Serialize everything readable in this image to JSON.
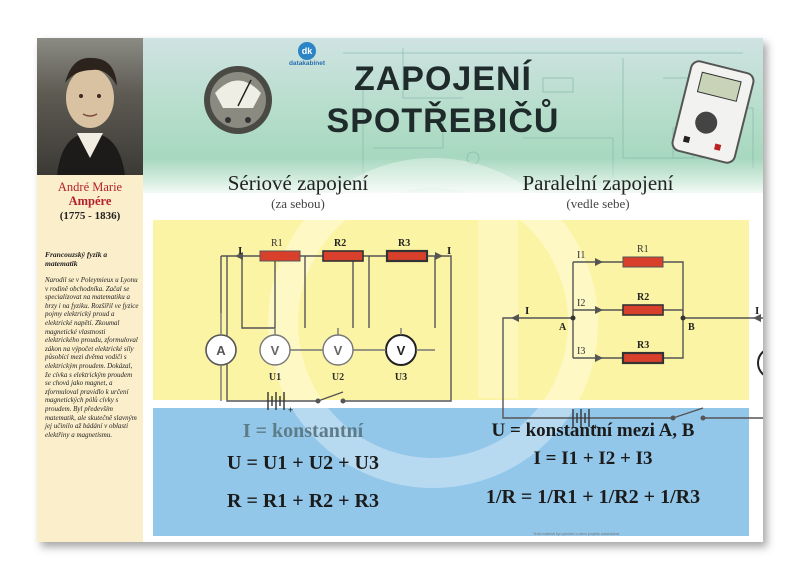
{
  "logo": {
    "mark": "dk",
    "text": "datakabinet"
  },
  "title": {
    "line1": "ZAPOJENÍ",
    "line2": "SPOTŘEBIČŮ"
  },
  "sidebar": {
    "name_first": "André Marie",
    "name_last": "Ampére",
    "years": "(1775 - 1836)",
    "subtitle": "Francouzský fyzik a matematik",
    "bio": "Narodil se v Poleymieux u Lyonu v rodině obchodníka. Začal se specializovat na matematiku a brzy i na fyziku. Rozšířil ve fyzice pojmy elektrický proud a elektrické napětí. Zkoumal magnetické vlastnosti elektrického proudu, zformuloval zákon na výpočet elektrické síly působící mezi dvěma vodiči s elektrickým proudem. Dokázal, že cívka s elektrickým proudem se chová jako magnet, a zformuloval pravidlo k určení magnetických pólů cívky s proudem. Byl především matematik, ale skutečně slavným jej učinilo až bádání v oblasti elektřiny a magnetismu."
  },
  "series": {
    "title": "Sériové zapojení",
    "subtitle": "(za sebou)",
    "current_label": "I",
    "resistors": [
      "R1",
      "R2",
      "R3"
    ],
    "meters": [
      "A",
      "V",
      "V",
      "V"
    ],
    "voltages": [
      "U1",
      "U2",
      "U3"
    ],
    "battery_sign": "+",
    "rule_current": "I = konstantní",
    "rule_voltage": "U = U1 + U2 + U3",
    "rule_resistance": "R = R1 + R2 + R3"
  },
  "parallel": {
    "title": "Paralelní zapojení",
    "subtitle": "(vedle sebe)",
    "current_label": "I",
    "branch_currents": [
      "I1",
      "I2",
      "I3"
    ],
    "resistors": [
      "R1",
      "R2",
      "R3"
    ],
    "node_a": "A",
    "node_b": "B",
    "meter": "A",
    "battery_sign": "+",
    "rule_voltage": "U = konstantní mezi A, B",
    "rule_current": "I = I1 + I2 + I3",
    "rule_resistance": "1/R = 1/R1 + 1/R2 + 1/R3"
  },
  "colors": {
    "resistor": "#d9402b",
    "yellow_panel": "#fcf4a5",
    "blue_panel": "#92c7ea",
    "header": "#b2dcc8",
    "name_red": "#b4232a"
  },
  "footer_note": "Tento materiál byl vytvořen v rámci projektu datakabinet"
}
